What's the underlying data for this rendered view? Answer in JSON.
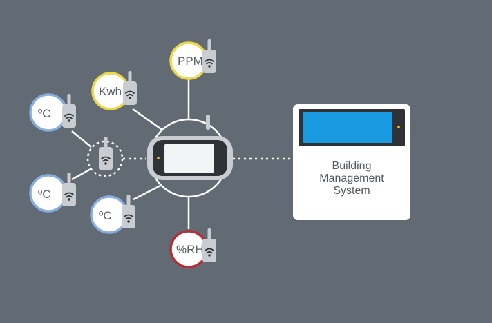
{
  "colors": {
    "background": "#626a73",
    "line": "#ffffff",
    "yellow_ring": "#ecd64a",
    "blue_ring": "#87aee0",
    "red_ring": "#b52d35",
    "screen_blue": "#1a9ae0",
    "indicator": "#f2c230",
    "device_gray": "#c9ccd0",
    "device_dark": "#2f3237"
  },
  "sensors": {
    "ppm": {
      "label": "PPM",
      "icon": "wifi-icon"
    },
    "kwh": {
      "label": "Kwh",
      "icon": "wifi-icon"
    },
    "temp_top": {
      "label": "ºC",
      "icon": "wifi-icon"
    },
    "temp_bottom": {
      "label": "ºC",
      "icon": "wifi-icon"
    },
    "temp_mid": {
      "label": "ºC",
      "icon": "wifi-icon"
    },
    "rh": {
      "label": "%RH",
      "icon": "wifi-icon"
    }
  },
  "repeater": {
    "icon": "wifi-icon"
  },
  "gateway": {
    "icon": "gateway-device-icon"
  },
  "bms": {
    "line1": "Building",
    "line2": "Management",
    "line3": "System"
  }
}
